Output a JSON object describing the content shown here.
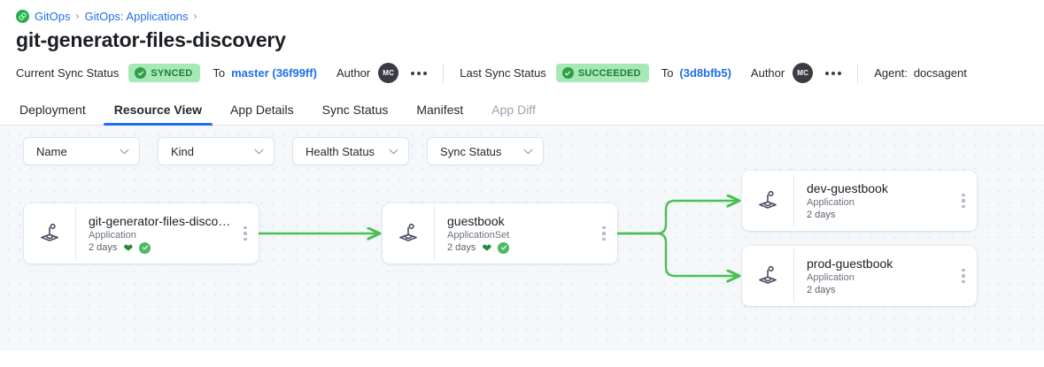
{
  "breadcrumb": {
    "logo_icon": "gitops-logo-icon",
    "items": [
      {
        "label": "GitOps"
      },
      {
        "label": "GitOps: Applications"
      }
    ],
    "separator": "›"
  },
  "page_title": "git-generator-files-discovery",
  "status_bar": {
    "current_sync_label": "Current Sync Status",
    "current_sync_badge": "SYNCED",
    "current_to_word": "To",
    "current_revision": "master (36f99ff)",
    "current_author_label": "Author",
    "current_author_initials": "MC",
    "last_sync_label": "Last Sync Status",
    "last_sync_badge": "SUCCEEDED",
    "last_to_word": "To",
    "last_revision": "(3d8bfb5)",
    "last_author_label": "Author",
    "last_author_initials": "MC",
    "agent_label": "Agent:",
    "agent_value": "docsagent",
    "badge_bg": "#a7e9b6",
    "badge_fg": "#1a7f37",
    "link_color": "#1f6feb"
  },
  "tabs": [
    {
      "label": "Deployment",
      "active": false,
      "disabled": false
    },
    {
      "label": "Resource View",
      "active": true,
      "disabled": false
    },
    {
      "label": "App Details",
      "active": false,
      "disabled": false
    },
    {
      "label": "Sync Status",
      "active": false,
      "disabled": false
    },
    {
      "label": "Manifest",
      "active": false,
      "disabled": false
    },
    {
      "label": "App Diff",
      "active": false,
      "disabled": true
    }
  ],
  "filters": [
    {
      "label": "Name"
    },
    {
      "label": "Kind"
    },
    {
      "label": "Health Status"
    },
    {
      "label": "Sync Status"
    }
  ],
  "graph": {
    "edge_color": "#4bbf53",
    "nodes": [
      {
        "id": "git-generator-files-discovery",
        "title": "git-generator-files-disco…",
        "kind": "Application",
        "age": "2 days",
        "icon": "argo-application-icon",
        "health": "healthy",
        "sync": "synced",
        "show_badges": true
      },
      {
        "id": "guestbook",
        "title": "guestbook",
        "kind": "ApplicationSet",
        "age": "2 days",
        "icon": "argo-application-icon",
        "health": "healthy",
        "sync": "synced",
        "show_badges": true
      },
      {
        "id": "dev-guestbook",
        "title": "dev-guestbook",
        "kind": "Application",
        "age": "2 days",
        "icon": "argo-application-icon",
        "health": null,
        "sync": null,
        "show_badges": false
      },
      {
        "id": "prod-guestbook",
        "title": "prod-guestbook",
        "kind": "Application",
        "age": "2 days",
        "icon": "argo-application-icon",
        "health": null,
        "sync": null,
        "show_badges": false
      }
    ]
  }
}
